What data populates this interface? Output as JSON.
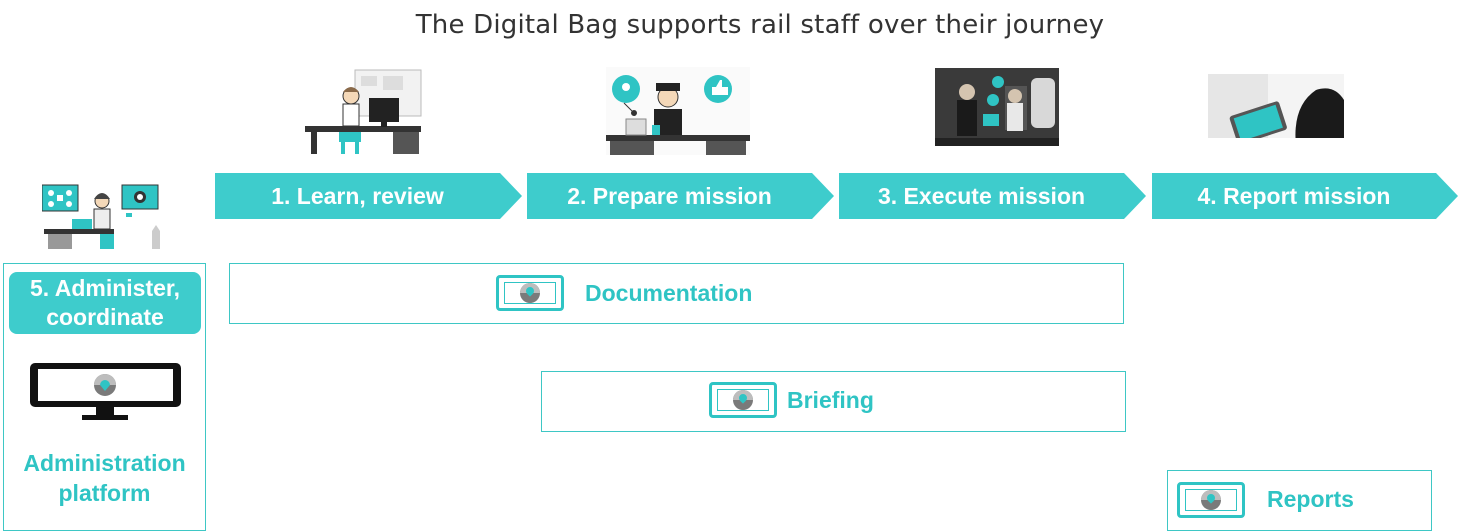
{
  "title": "The Digital Bag supports rail staff over their journey",
  "colors": {
    "accent": "#3ecccc",
    "accent_text": "#2fc4c4",
    "box_border": "#3ec7c5",
    "dark": "#1a1a1a"
  },
  "steps": [
    {
      "label": "1. Learn, review",
      "illustration": "staff-at-desk-computer-icon"
    },
    {
      "label": "2. Prepare mission",
      "illustration": "conductor-at-desk-icon"
    },
    {
      "label": "3. Execute mission",
      "illustration": "staff-on-train-icon"
    },
    {
      "label": "4. Report mission",
      "illustration": "tablet-report-icon"
    }
  ],
  "admin": {
    "label_line1": "5. Administer,",
    "label_line2": "coordinate",
    "platform_line1": "Administration",
    "platform_line2": "platform",
    "illustration": "admin-coordinator-icon",
    "device": "monitor-icon"
  },
  "tools": {
    "documentation": "Documentation",
    "briefing": "Briefing",
    "reports": "Reports"
  }
}
